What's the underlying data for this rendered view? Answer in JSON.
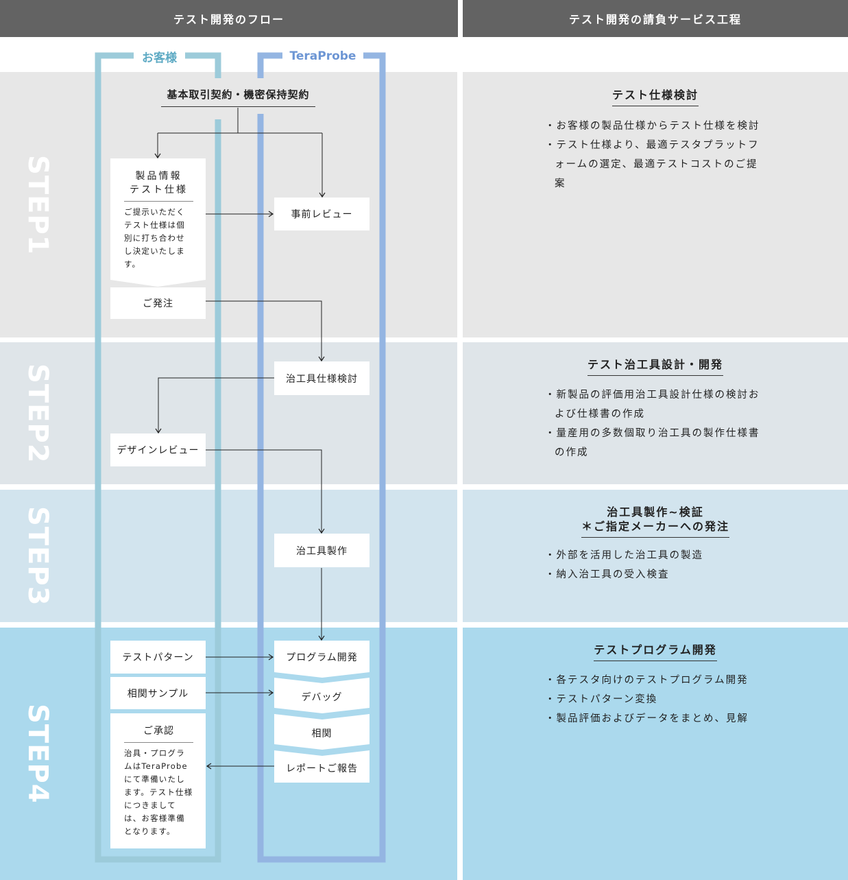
{
  "headers": {
    "left": "テスト開発のフロー",
    "right": "テスト開発の請負サービス工程"
  },
  "lanes": {
    "customer": "お客様",
    "teraprobe": "TeraProbe"
  },
  "steps": [
    "STEP1",
    "STEP2",
    "STEP3",
    "STEP4"
  ],
  "colors": {
    "header_bg": "#636363",
    "step1_bg": "#e7e7e7",
    "step2_bg": "#dfe5e9",
    "step3_bg": "#d2e4ee",
    "step4_bg": "#abd9ed",
    "customer_lane": "#9ccbda",
    "teraprobe_lane": "#94b5e2",
    "customer_text": "#5eaac4",
    "teraprobe_text": "#6d96d4"
  },
  "flow": {
    "contract": "基本取引契約・機密保持契約",
    "product_info": {
      "title_line1": "製品情報",
      "title_line2": "テスト仕様",
      "note": "ご提示いただくテスト仕様は個別に打ち合わせし決定いたします。"
    },
    "pre_review": "事前レビュー",
    "order": "ご発注",
    "jig_spec": "治工具仕様検討",
    "design_review": "デザインレビュー",
    "jig_make": "治工具製作",
    "test_pattern": "テストパターン",
    "correlation_sample": "相関サンプル",
    "approval": {
      "title": "ご承認",
      "note": "治具・プログラムはTeraProbeにて準備いたします。テスト仕様につきましては、お客様準備となります。"
    },
    "program_dev": "プログラム開発",
    "debug": "デバッグ",
    "correlation": "相関",
    "report": "レポートご報告"
  },
  "services": [
    {
      "title_lines": [
        "テスト仕様検討"
      ],
      "items": [
        "お客様の製品仕様からテスト仕様を検討",
        "テスト仕様より、最適テスタプラットフォームの選定、最適テストコストのご提案"
      ]
    },
    {
      "title_lines": [
        "テスト治工具設計・開発"
      ],
      "items": [
        "新製品の評価用治工具設計仕様の検討および仕様書の作成",
        "量産用の多数個取り治工具の製作仕様書の作成"
      ]
    },
    {
      "title_lines": [
        "治工具製作~検証",
        "＊ご指定メーカーへの発注"
      ],
      "items": [
        "外部を活用した治工具の製造",
        "納入治工具の受入検査"
      ]
    },
    {
      "title_lines": [
        "テストプログラム開発"
      ],
      "items": [
        "各テスタ向けのテストプログラム開発",
        "テストパターン変換",
        "製品評価およびデータをまとめ、見解"
      ]
    }
  ]
}
